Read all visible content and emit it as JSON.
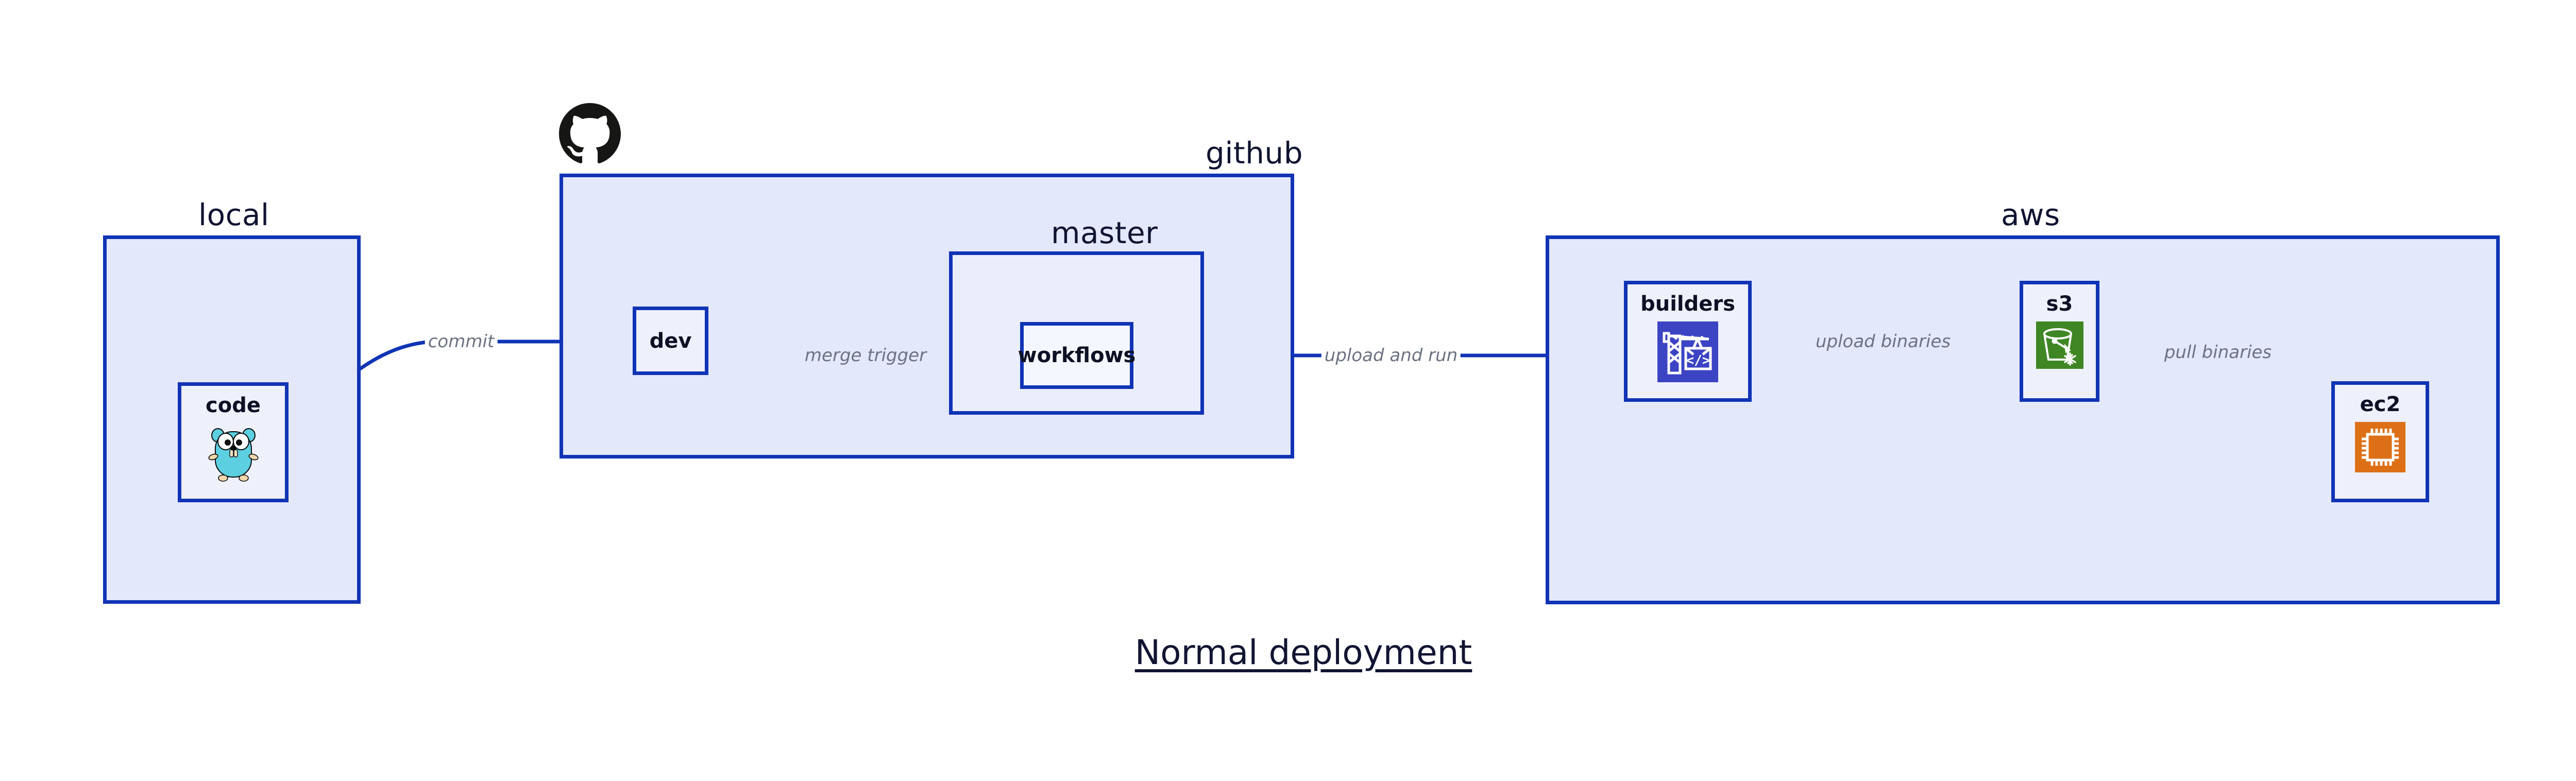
{
  "diagram": {
    "title": "Normal deployment",
    "background_color": "#ffffff",
    "accent_color": "#1034b5",
    "group_fill": "#e3e8fb",
    "node_fill": "#eef1fc",
    "label_color": "#6c7281"
  },
  "groups": [
    {
      "id": "local",
      "label": "local"
    },
    {
      "id": "github",
      "label": "github"
    },
    {
      "id": "master",
      "label": "master"
    },
    {
      "id": "aws",
      "label": "aws"
    }
  ],
  "nodes": [
    {
      "id": "code",
      "label": "code",
      "icon": "go-gopher-icon"
    },
    {
      "id": "dev",
      "label": "dev",
      "icon": "none"
    },
    {
      "id": "workflows",
      "label": "workflows",
      "icon": "none"
    },
    {
      "id": "builders",
      "label": "builders",
      "icon": "aws-builder-crane-icon",
      "icon_color": "#3c44c4"
    },
    {
      "id": "s3",
      "label": "s3",
      "icon": "aws-s3-bucket-icon",
      "icon_color": "#3f8624"
    },
    {
      "id": "ec2",
      "label": "ec2",
      "icon": "aws-ec2-chip-icon",
      "icon_color": "#dd7017"
    }
  ],
  "edges": [
    {
      "id": "commit",
      "label": "commit",
      "from": "code",
      "to": "dev"
    },
    {
      "id": "merge-trigger",
      "label": "merge trigger",
      "from": "dev",
      "to": "workflows"
    },
    {
      "id": "upload-and-run",
      "label": "upload and run",
      "from": "workflows",
      "to": "builders"
    },
    {
      "id": "upload-binaries",
      "label": "upload binaries",
      "from": "builders",
      "to": "s3"
    },
    {
      "id": "pull-binaries",
      "label": "pull binaries",
      "from": "s3",
      "to": "ec2"
    }
  ],
  "logos": [
    {
      "id": "github-logo",
      "name": "github-octocat-icon",
      "color": "#161614"
    }
  ]
}
